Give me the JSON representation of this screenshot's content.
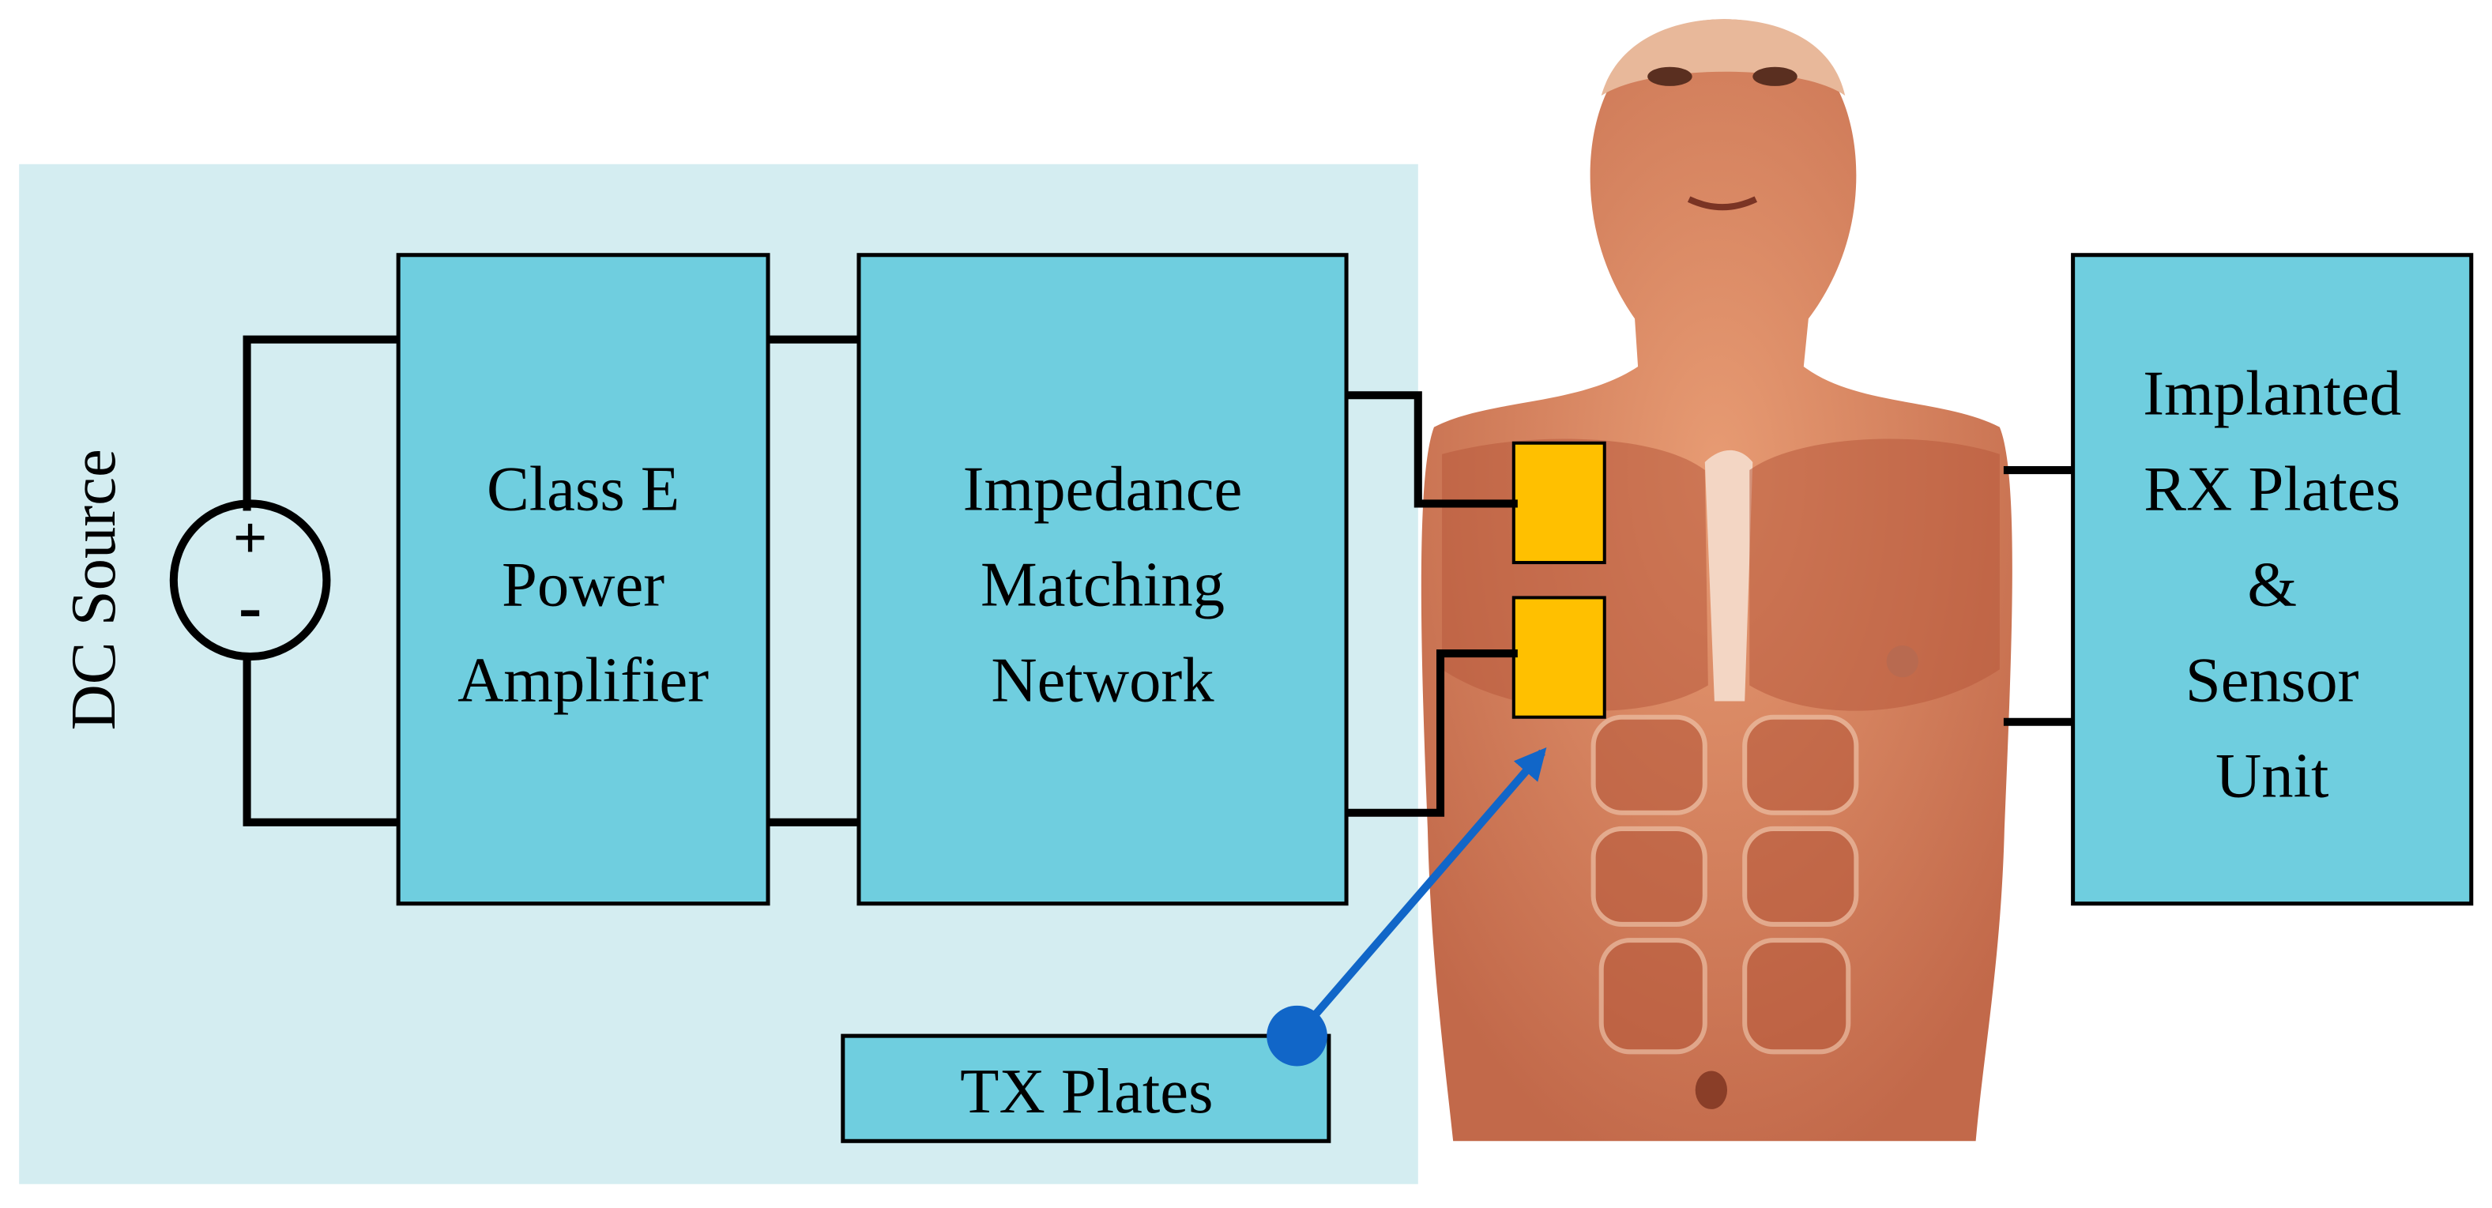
{
  "colors": {
    "panel": "#d4edf1",
    "block": "#6fcedf",
    "plate": "#ffc000",
    "arrow": "#1166c8",
    "skin": "#d8845e",
    "muscle_shade": "#b85a3c"
  },
  "source": {
    "label": "DC Source",
    "plus": "+",
    "minus": "-"
  },
  "blocks": {
    "amplifier": [
      "Class E",
      "Power",
      "Amplifier"
    ],
    "matching": [
      "Impedance",
      "Matching",
      "Network"
    ],
    "receiver": [
      "Implanted",
      "RX Plates",
      "&",
      "Sensor",
      "Unit"
    ],
    "tx": "TX Plates"
  },
  "illustration": {
    "subject": "human-torso-muscles",
    "plate_count": 2
  }
}
